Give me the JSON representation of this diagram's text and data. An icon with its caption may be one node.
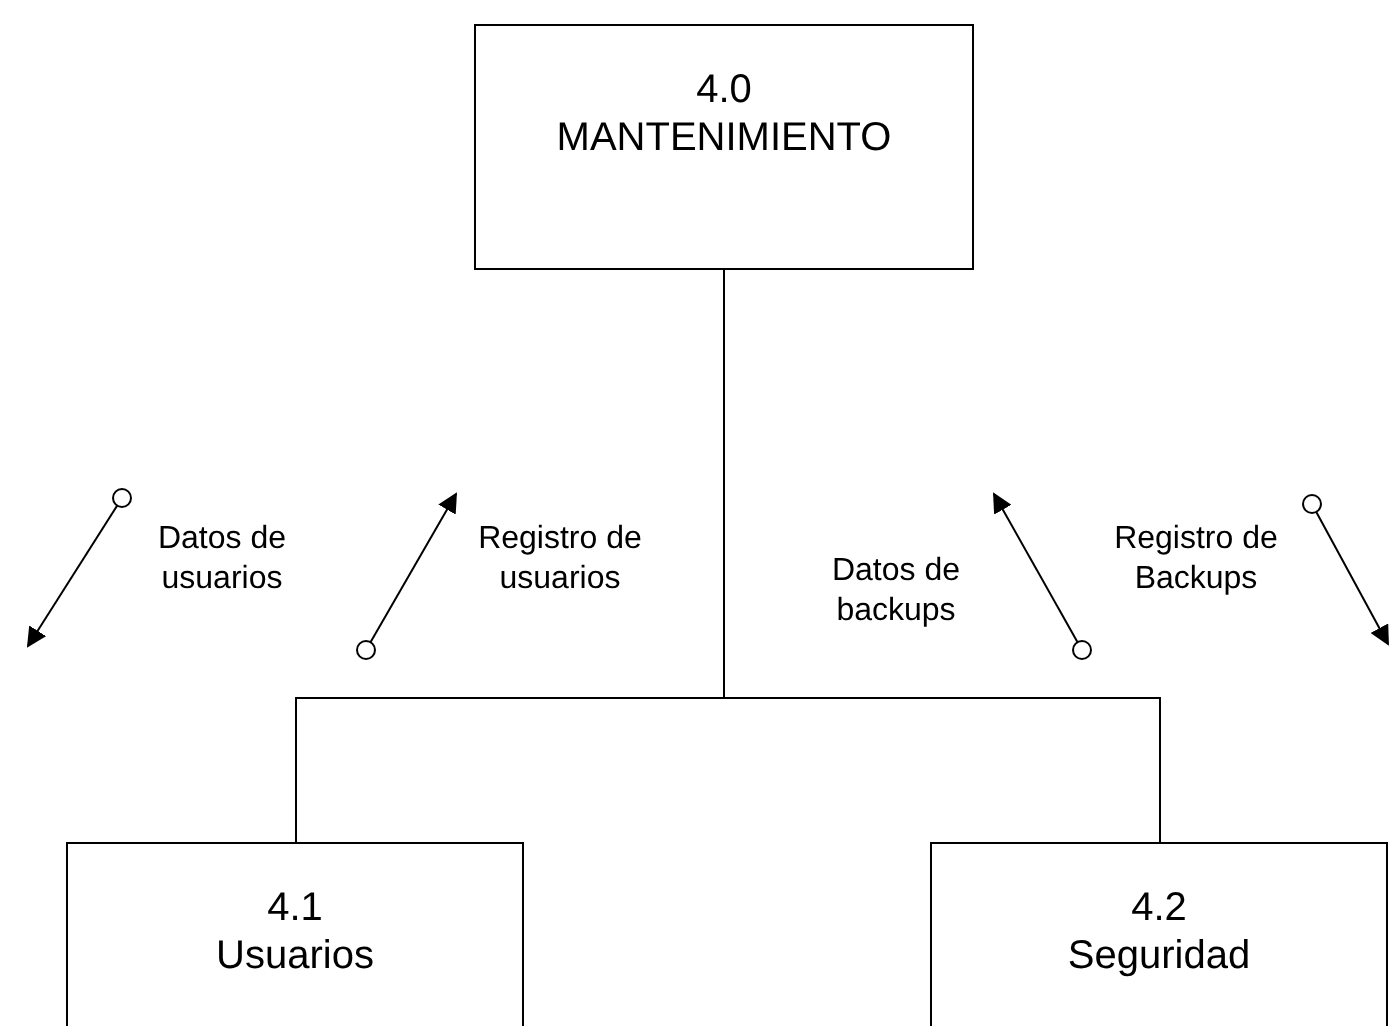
{
  "diagram": {
    "nodes": [
      {
        "text": [
          "4.0",
          "MANTENIMIENTO"
        ]
      },
      {
        "text": [
          "4.1",
          "Usuarios"
        ]
      },
      {
        "text": [
          "4.2",
          "Seguridad"
        ]
      }
    ],
    "edges": [
      {
        "from": 0,
        "to": 1,
        "arrow": "none"
      },
      {
        "from": 0,
        "to": 2,
        "arrow": "none"
      }
    ],
    "labels": [
      "Datos de usuarios",
      "Registro de usuarios",
      "Datos de backups",
      "Registro de Backups"
    ]
  }
}
